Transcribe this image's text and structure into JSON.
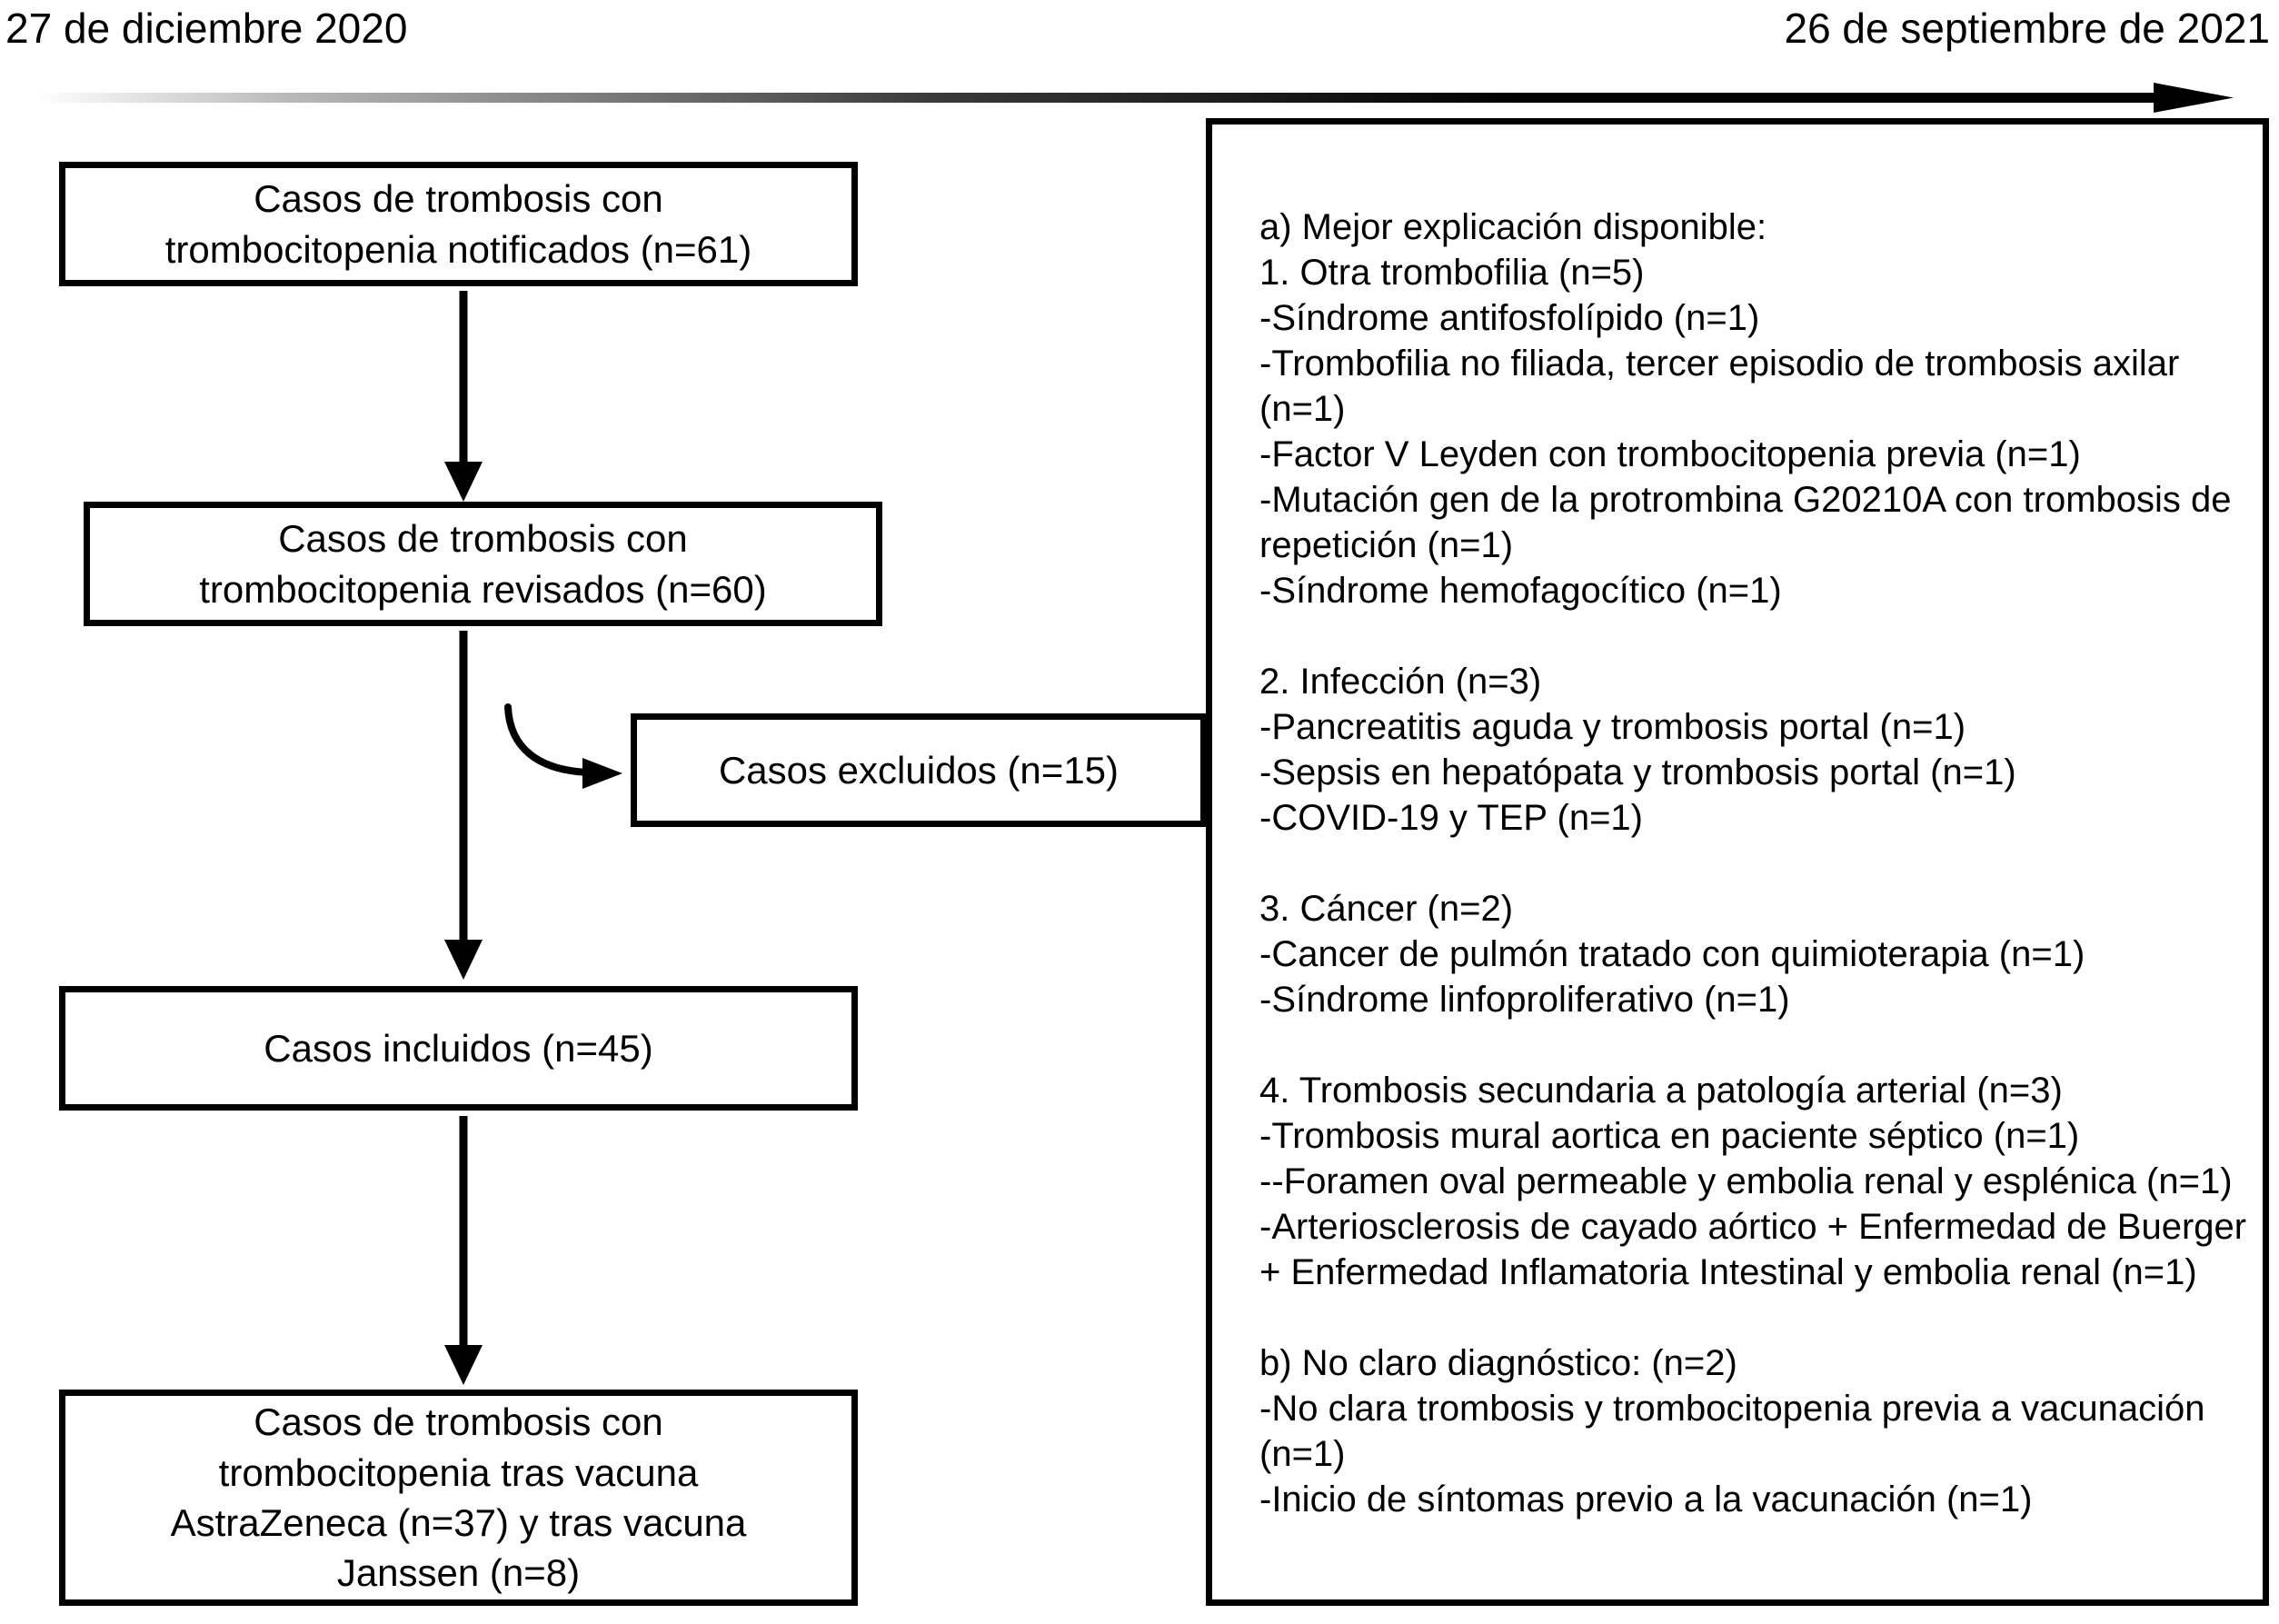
{
  "timeline": {
    "start_date": "27 de diciembre 2020",
    "end_date": "26 de septiembre de 2021",
    "arrow_icon": "right-arrow-icon"
  },
  "flow": {
    "reported": "Casos de trombosis con\ntrombocitopenia notificados (n=61)",
    "reviewed": "Casos de trombosis con\ntrombocitopenia revisados (n=60)",
    "excluded": "Casos excluidos (n=15)",
    "included": "Casos incluidos (n=45)",
    "final": "Casos de trombosis con\ntrombocitopenia tras vacuna\nAstraZeneca (n=37) y tras vacuna\nJanssen (n=8)"
  },
  "exclusion_details": {
    "lines": [
      "a) Mejor explicación disponible:",
      "1. Otra trombofilia (n=5)",
      "-Síndrome antifosfolípido (n=1)",
      "-Trombofilia no filiada, tercer episodio de trombosis axilar",
      "(n=1)",
      "-Factor V Leyden con trombocitopenia previa (n=1)",
      "-Mutación gen de la protrombina G20210A con trombosis de",
      "repetición (n=1)",
      "-Síndrome hemofagocítico (n=1)",
      "",
      "2. Infección (n=3)",
      "-Pancreatitis aguda y trombosis portal (n=1)",
      "-Sepsis en hepatópata y trombosis portal (n=1)",
      "-COVID-19 y TEP (n=1)",
      "",
      "3. Cáncer (n=2)",
      "-Cancer de pulmón tratado con quimioterapia (n=1)",
      "-Síndrome linfoproliferativo (n=1)",
      "",
      "4. Trombosis secundaria a patología arterial (n=3)",
      "-Trombosis mural aortica en paciente séptico (n=1)",
      "--Foramen oval permeable y embolia renal y esplénica (n=1)",
      "-Arteriosclerosis de cayado aórtico + Enfermedad de Buerger",
      "+ Enfermedad Inflamatoria Intestinal y embolia renal (n=1)",
      "",
      "b) No claro diagnóstico: (n=2)",
      "-No clara trombosis y trombocitopenia previa a vacunación",
      "(n=1)",
      "-Inicio de síntomas previo a la vacunación (n=1)"
    ]
  },
  "colors": {
    "stroke": "#000000",
    "background": "#ffffff"
  }
}
